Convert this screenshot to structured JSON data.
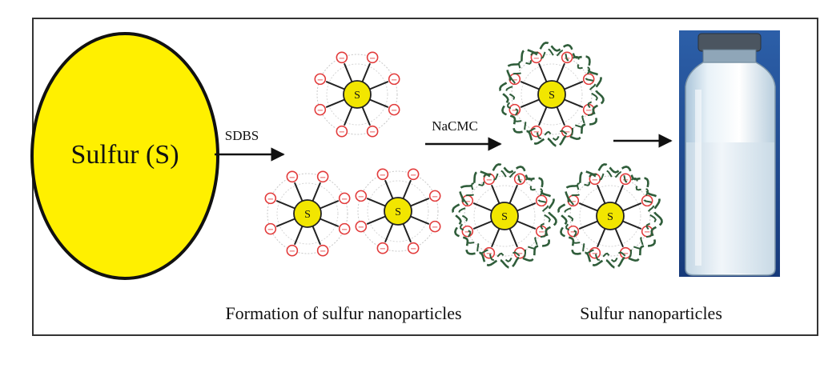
{
  "diagram": {
    "sulfur_label": "Sulfur (S)",
    "particle_core_label": "S",
    "step1_label": "SDBS",
    "step2_label": "NaCMC",
    "caption_left": "Formation of sulfur nanoparticles",
    "caption_right": "Sulfur nanoparticles",
    "charge_symbol": "−"
  },
  "colors": {
    "sulfur_fill": "#FFF000",
    "core_fill": "#F2E600",
    "charge_ring": "#E23B3B",
    "polymer_chain": "#2F5D3A",
    "arrow": "#111111",
    "frame": "#333333"
  }
}
